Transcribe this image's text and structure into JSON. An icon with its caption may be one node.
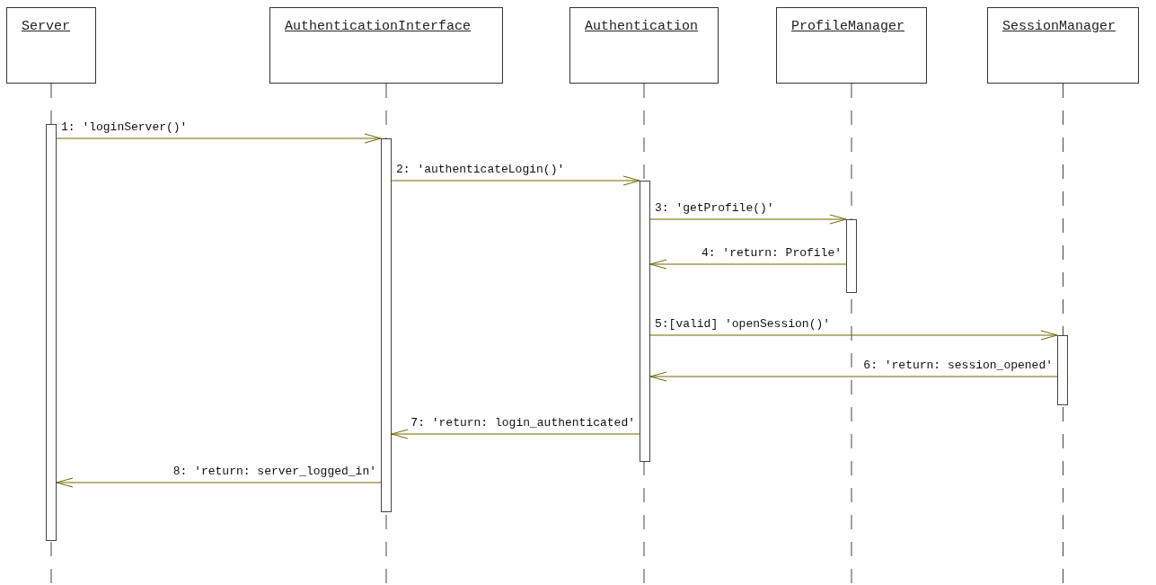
{
  "diagram": {
    "nodes": [
      {
        "text": [
          "Server"
        ]
      },
      {
        "text": [
          "AuthenticationInterface"
        ]
      },
      {
        "text": [
          "Authentication"
        ]
      },
      {
        "text": [
          "ProfileManager"
        ]
      },
      {
        "text": [
          "SessionManager"
        ]
      },
      {
        "text": [],
        "shape": "bar"
      },
      {
        "text": [],
        "shape": "bar"
      },
      {
        "text": [],
        "shape": "bar"
      },
      {
        "text": [],
        "shape": "bar"
      },
      {
        "text": [],
        "shape": "bar"
      }
    ],
    "edges": [
      {
        "from": 5,
        "to": 6,
        "arrow": "to",
        "label": "1: 'loginServer()'"
      },
      {
        "from": 6,
        "to": 7,
        "arrow": "to",
        "label": "2: 'authenticateLogin()'"
      },
      {
        "from": 7,
        "to": 8,
        "arrow": "to",
        "label": "3: 'getProfile()'"
      },
      {
        "from": 8,
        "to": 7,
        "arrow": "to",
        "label": "4: 'return: Profile'"
      },
      {
        "from": 7,
        "to": 9,
        "arrow": "to",
        "label": "5:[valid] 'openSession()'"
      },
      {
        "from": 9,
        "to": 7,
        "arrow": "to",
        "label": "6: 'return: session_opened'"
      },
      {
        "from": 7,
        "to": 6,
        "arrow": "to",
        "label": "7: 'return: login_authenticated'"
      },
      {
        "from": 6,
        "to": 5,
        "arrow": "to",
        "label": "8: 'return: server_logged_in'"
      }
    ]
  }
}
